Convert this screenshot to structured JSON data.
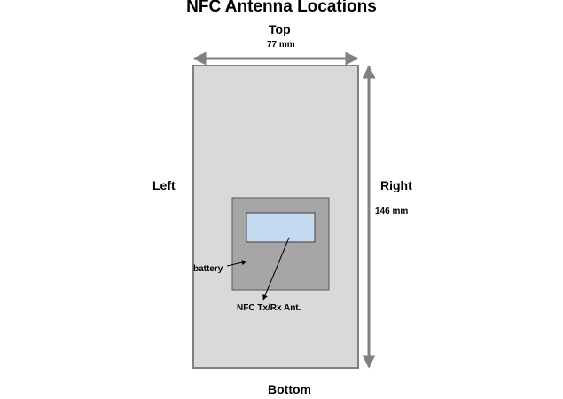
{
  "title": "NFC Antenna Locations",
  "labels": {
    "top": "Top",
    "bottom": "Bottom",
    "left": "Left",
    "right": "Right",
    "width": "77 mm",
    "height": "146 mm",
    "battery": "battery",
    "nfc_antenna": "NFC Tx/Rx Ant."
  },
  "colors": {
    "device_fill": "#d9d9d9",
    "device_stroke": "#808080",
    "battery_fill": "#a6a6a6",
    "antenna_fill": "#c5d9f1",
    "dimension_arrow": "#808080"
  }
}
